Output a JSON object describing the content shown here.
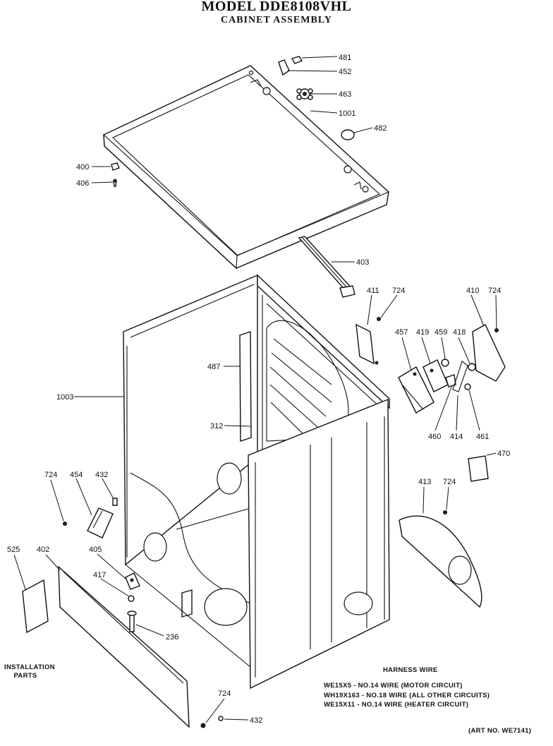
{
  "title": "MODEL DDE8108VHL",
  "subtitle": "CABINET ASSEMBLY",
  "callouts": [
    "481",
    "452",
    "463",
    "1001",
    "482",
    "400",
    "406",
    "403",
    "411",
    "724",
    "410",
    "724",
    "457",
    "419",
    "459",
    "418",
    "487",
    "1003",
    "312",
    "460",
    "414",
    "461",
    "470",
    "724",
    "454",
    "432",
    "413",
    "724",
    "525",
    "402",
    "405",
    "417",
    "236",
    "724",
    "432"
  ],
  "installation_parts": "INSTALLATION PARTS",
  "harness": {
    "title": "HARNESS WIRE",
    "lines": [
      "WE15X5 - NO.14 WIRE (MOTOR CIRCUIT)",
      "WH19X163 - NO.18 WIRE (ALL OTHER CIRCUITS)",
      "WE15X11 - NO.14 WIRE (HEATER CIRCUIT)"
    ]
  },
  "art_no": "(ART NO. WE7141)"
}
